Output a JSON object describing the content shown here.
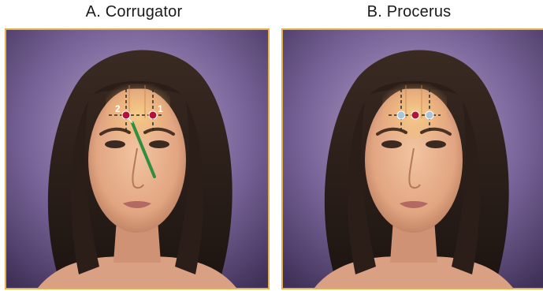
{
  "panels": [
    {
      "label": "A.  Corrugator",
      "markers": [
        {
          "text": "2"
        },
        {
          "text": "1"
        }
      ]
    },
    {
      "label": "B.  Procerus",
      "markers": []
    }
  ],
  "colors": {
    "frame": "#e3b04b",
    "background_purple": "#6e5a8c",
    "hair": "#2b1e19",
    "skin": "#e9b38f",
    "forehead_highlight": "#f3c27a",
    "injection_point": "#b3123f",
    "reference_point": "#a9c4d6",
    "needle_green": "#2f8f3f",
    "guide_line": "#2b2b2b"
  }
}
